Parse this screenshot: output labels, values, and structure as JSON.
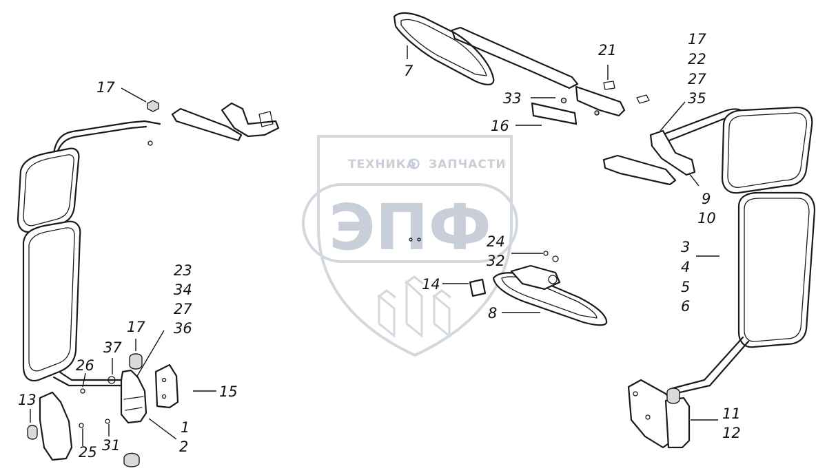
{
  "watermark": {
    "brand_top_left": "ТЕХНИКА",
    "brand_top_right": "ЗАПЧАСТИ",
    "logo_letters": "ЭПФ",
    "logo_icon": "gear-icon"
  },
  "callouts": [
    {
      "id": "c-7",
      "lines": [
        "7"
      ]
    },
    {
      "id": "c-21",
      "lines": [
        "21"
      ]
    },
    {
      "id": "c-33",
      "lines": [
        "33"
      ]
    },
    {
      "id": "c-16",
      "lines": [
        "16"
      ]
    },
    {
      "id": "c-17-22-27-35",
      "lines": [
        "17",
        "22",
        "27",
        "35"
      ]
    },
    {
      "id": "c-9-10",
      "lines": [
        "9",
        "10"
      ]
    },
    {
      "id": "c-17-top",
      "lines": [
        "17"
      ]
    },
    {
      "id": "c-24-32",
      "lines": [
        "24",
        "32"
      ]
    },
    {
      "id": "c-14",
      "lines": [
        "14"
      ]
    },
    {
      "id": "c-8",
      "lines": [
        "8"
      ]
    },
    {
      "id": "c-3-6",
      "lines": [
        "3",
        "4",
        "5",
        "6"
      ]
    },
    {
      "id": "c-23-36",
      "lines": [
        "23",
        "34",
        "27",
        "36"
      ]
    },
    {
      "id": "c-17-mid",
      "lines": [
        "17"
      ]
    },
    {
      "id": "c-37",
      "lines": [
        "37"
      ]
    },
    {
      "id": "c-26",
      "lines": [
        "26"
      ]
    },
    {
      "id": "c-15",
      "lines": [
        "15"
      ]
    },
    {
      "id": "c-13",
      "lines": [
        "13"
      ]
    },
    {
      "id": "c-25",
      "lines": [
        "25"
      ]
    },
    {
      "id": "c-31",
      "lines": [
        "31"
      ]
    },
    {
      "id": "c-1-2",
      "lines": [
        "1",
        "2"
      ]
    },
    {
      "id": "c-11-12",
      "lines": [
        "11",
        "12"
      ]
    }
  ]
}
